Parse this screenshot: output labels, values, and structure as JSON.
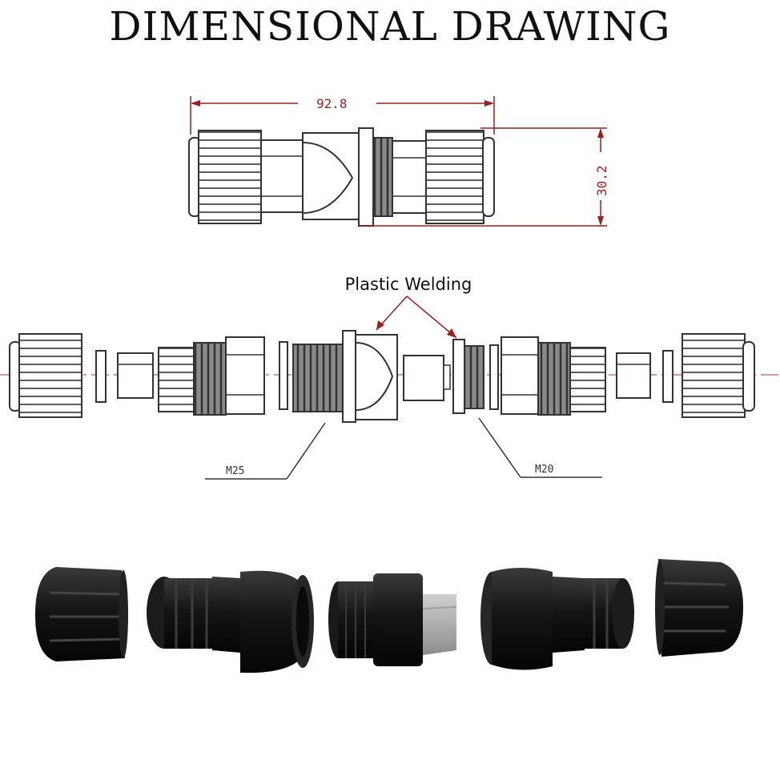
{
  "title": "DIMENSIONAL DRAWING",
  "dimensions": {
    "length": "92.8",
    "height": "30.2"
  },
  "callouts": {
    "plastic_welding": "Plastic Welding",
    "thread_left": "M25",
    "thread_right": "M20"
  },
  "colors": {
    "dimension_line": "#9a1f1f",
    "outline": "#222222",
    "product_black": "#161616"
  }
}
